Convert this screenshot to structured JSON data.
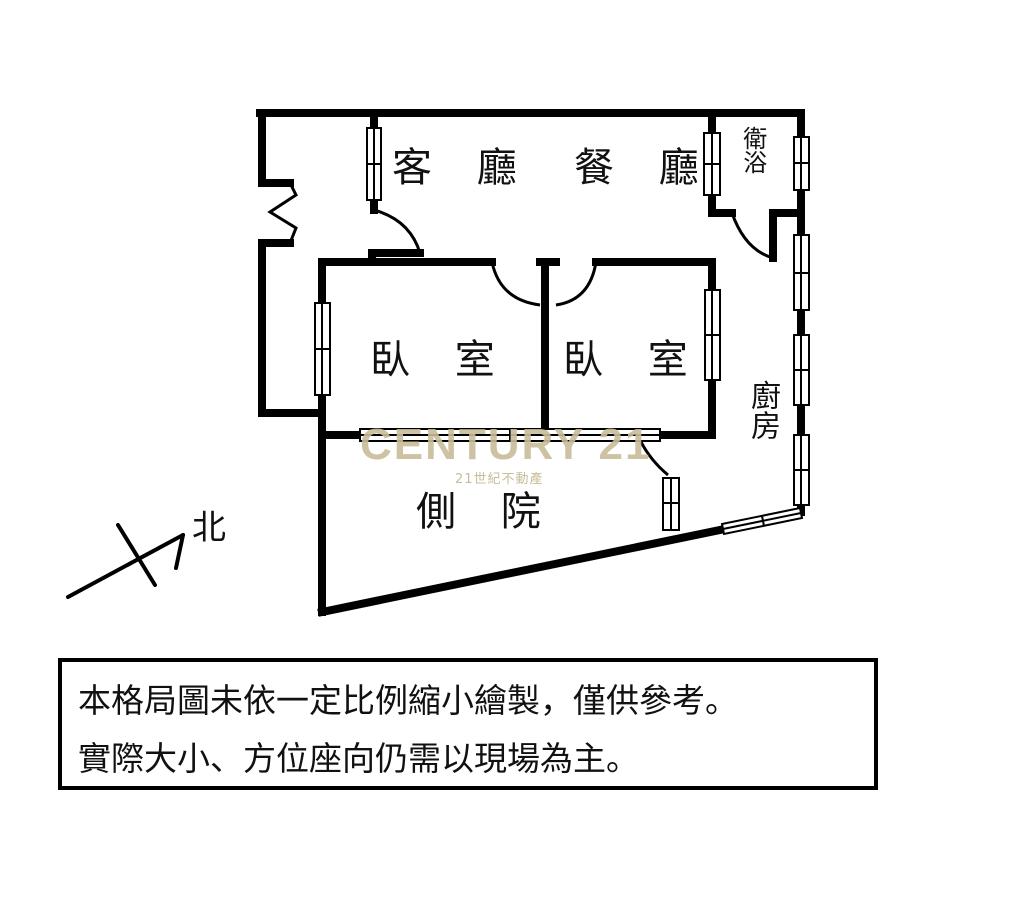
{
  "floorplan": {
    "rooms": {
      "living_room": "客 廳",
      "dining_room": "餐 廳",
      "bathroom": "衛浴",
      "bedroom_1": "臥 室",
      "bedroom_2": "臥 室",
      "kitchen": "廚房",
      "side_yard": "側 院"
    },
    "compass": {
      "label": "北",
      "icon": "north-arrow-icon"
    },
    "watermark": {
      "brand": "CENTURY 21",
      "subtitle": "21世紀不動產",
      "color": "#c8bc98"
    }
  },
  "disclaimer": {
    "line1": "本格局圖未依一定比例縮小繪製，僅供參考。",
    "line2": "實際大小、方位座向仍需以現場為主。"
  }
}
